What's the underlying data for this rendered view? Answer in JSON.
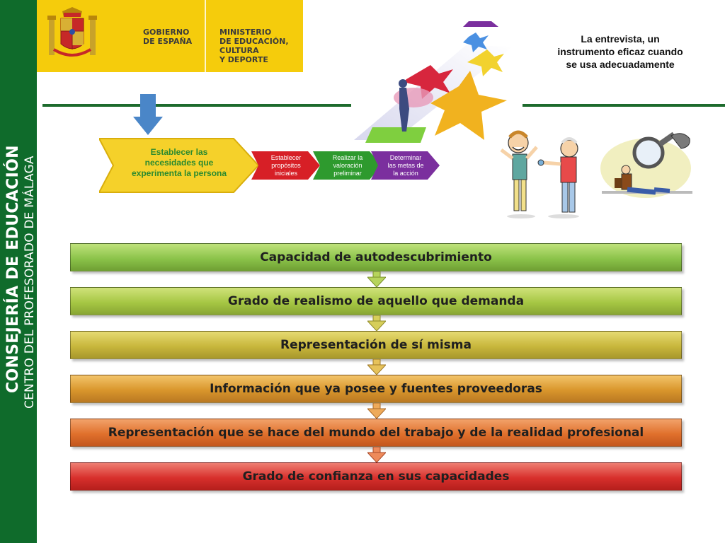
{
  "sidebar": {
    "line1": "CONSEJERÍA DE EDUCACIÓN",
    "line2": "CENTRO DEL PROFESORADO DE MÁLAGA",
    "color": "#0f6b2b"
  },
  "header": {
    "left_text": [
      "GOBIERNO",
      "DE ESPAÑA"
    ],
    "right_text": [
      "MINISTERIO",
      "DE EDUCACIÓN, CULTURA",
      "Y DEPORTE"
    ],
    "background": "#f5cc0c"
  },
  "title": [
    "La entrevista, un",
    "instrumento eficaz cuando",
    "se usa adecuadamente"
  ],
  "process": {
    "main": [
      "Establecer las",
      "necesidades que",
      "experimenta la persona"
    ],
    "steps": [
      {
        "lines": [
          "Establecer",
          "propósitos",
          "iniciales"
        ],
        "color": "#d71f26"
      },
      {
        "lines": [
          "Realizar la",
          "valoración",
          "preliminar"
        ],
        "color": "#2e9a2e"
      },
      {
        "lines": [
          "Determinar",
          "las metas de",
          "la acción"
        ],
        "color": "#7b2f9e"
      }
    ]
  },
  "tiers": [
    "Capacidad de autodescubrimiento",
    "Grado de realismo de aquello que demanda",
    "Representación de sí misma",
    "Información que ya posee y fuentes proveedoras",
    "Representación que se hace del mundo del trabajo y de la realidad profesional",
    "Grado de confianza en sus capacidades"
  ]
}
